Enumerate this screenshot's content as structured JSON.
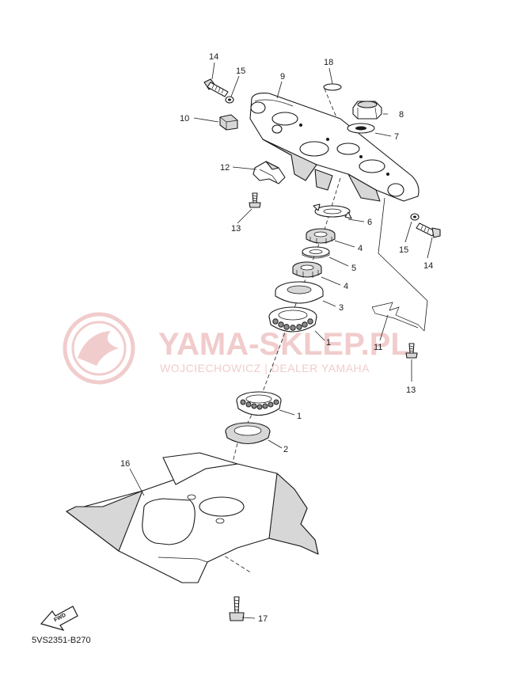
{
  "diagram": {
    "figure_code": "5VS2351-B270",
    "watermark": {
      "brand": "YAMA-SKLEP.PL",
      "tagline": "WOJCIECHOWICZ | DEALER YAMAHA"
    },
    "fwd_label": "FWD",
    "callouts": {
      "p1a": "1",
      "p1b": "1",
      "p2": "2",
      "p3": "3",
      "p4a": "4",
      "p4b": "4",
      "p5": "5",
      "p6": "6",
      "p7": "7",
      "p8": "8",
      "p9": "9",
      "p10": "10",
      "p11": "11",
      "p12": "12",
      "p13a": "13",
      "p13b": "13",
      "p14a": "14",
      "p14b": "14",
      "p15a": "15",
      "p15b": "15",
      "p16": "16",
      "p17": "17",
      "p18": "18"
    }
  }
}
